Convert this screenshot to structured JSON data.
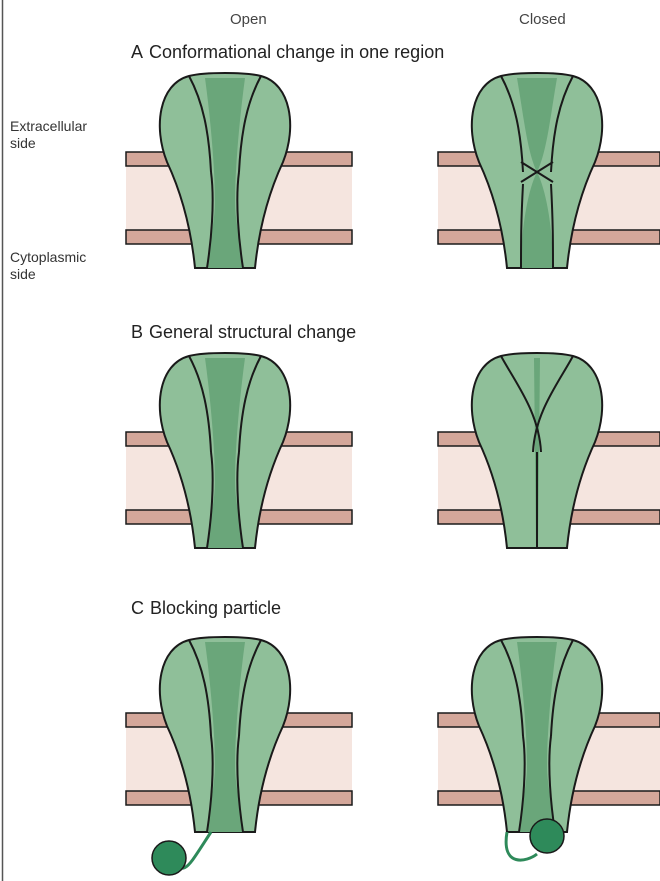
{
  "header": {
    "open_label": "Open",
    "closed_label": "Closed"
  },
  "side_labels": {
    "extracellular_line1": "Extracellular",
    "extracellular_line2": "side",
    "cytoplasmic_line1": "Cytoplasmic",
    "cytoplasmic_line2": "side"
  },
  "sections": [
    {
      "letter": "A",
      "title": "Conformational change in one region"
    },
    {
      "letter": "B",
      "title": "General structural change"
    },
    {
      "letter": "C",
      "title": "Blocking particle"
    }
  ],
  "colors": {
    "protein": "#8fbf99",
    "protein_dark": "#6aa67a",
    "outline": "#1a1a1a",
    "membrane_fill": "#f5e5df",
    "membrane_band": "#d4a79a",
    "particle": "#2e8a5a"
  }
}
